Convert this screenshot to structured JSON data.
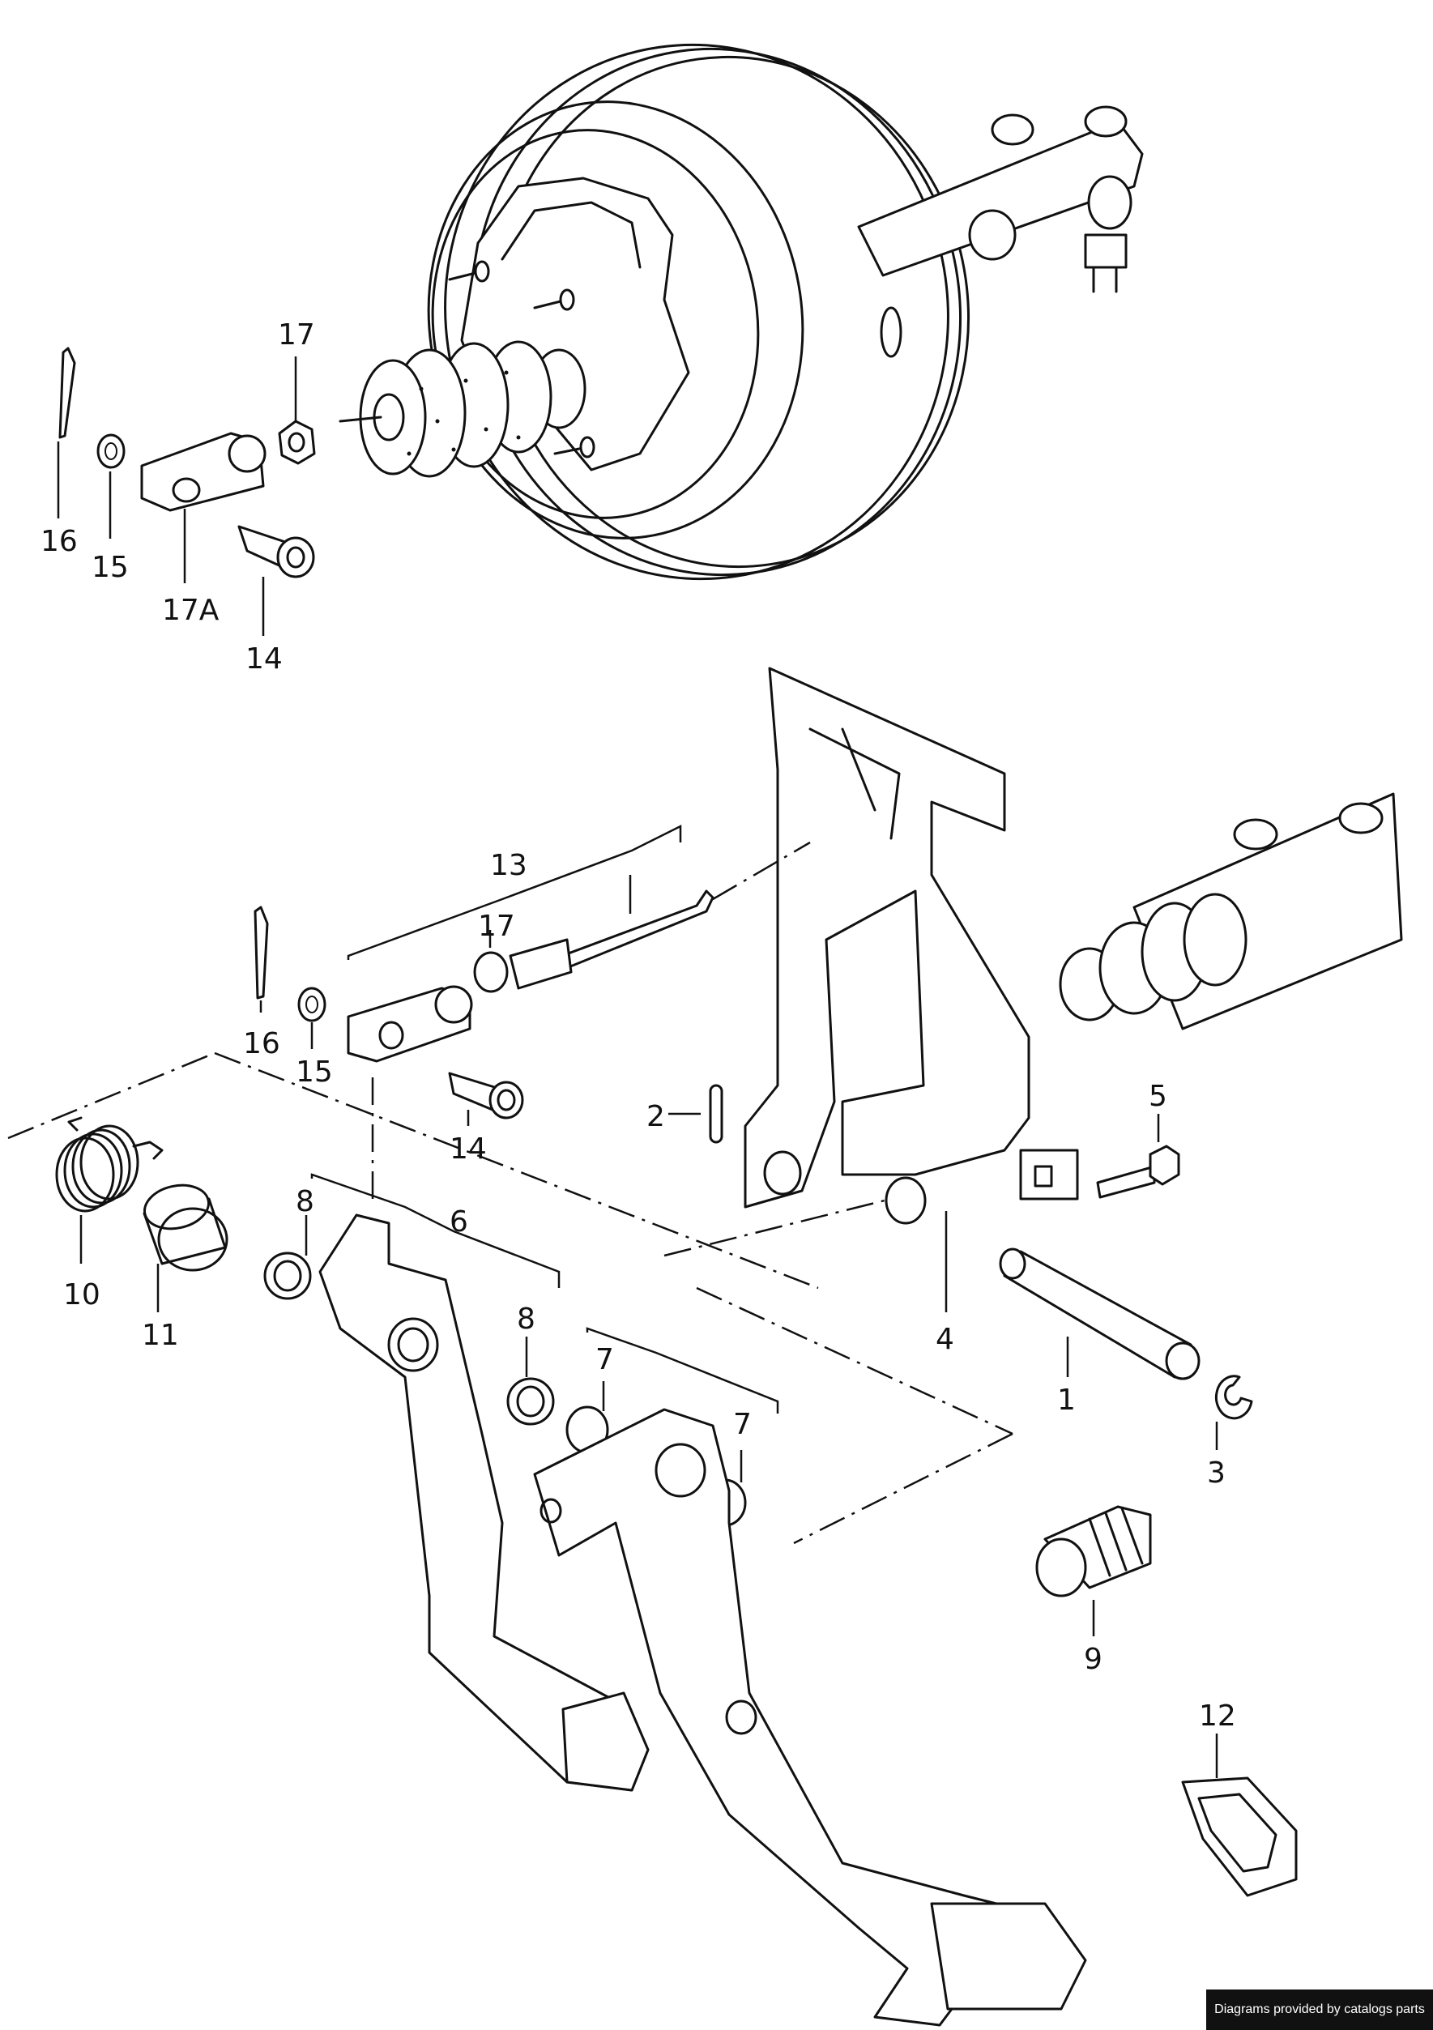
{
  "callouts": {
    "c1": "1",
    "c2": "2",
    "c3": "3",
    "c4": "4",
    "c5": "5",
    "c6": "6",
    "c7a": "7",
    "c7b": "7",
    "c8a": "8",
    "c8b": "8",
    "c9": "9",
    "c10": "10",
    "c11": "11",
    "c12": "12",
    "c13": "13",
    "c14a": "14",
    "c14b": "14",
    "c15a": "15",
    "c15b": "15",
    "c16a": "16",
    "c16b": "16",
    "c17a": "17",
    "c17b": "17",
    "c17A": "17A"
  },
  "credit": "Diagrams provided by catalogs parts"
}
